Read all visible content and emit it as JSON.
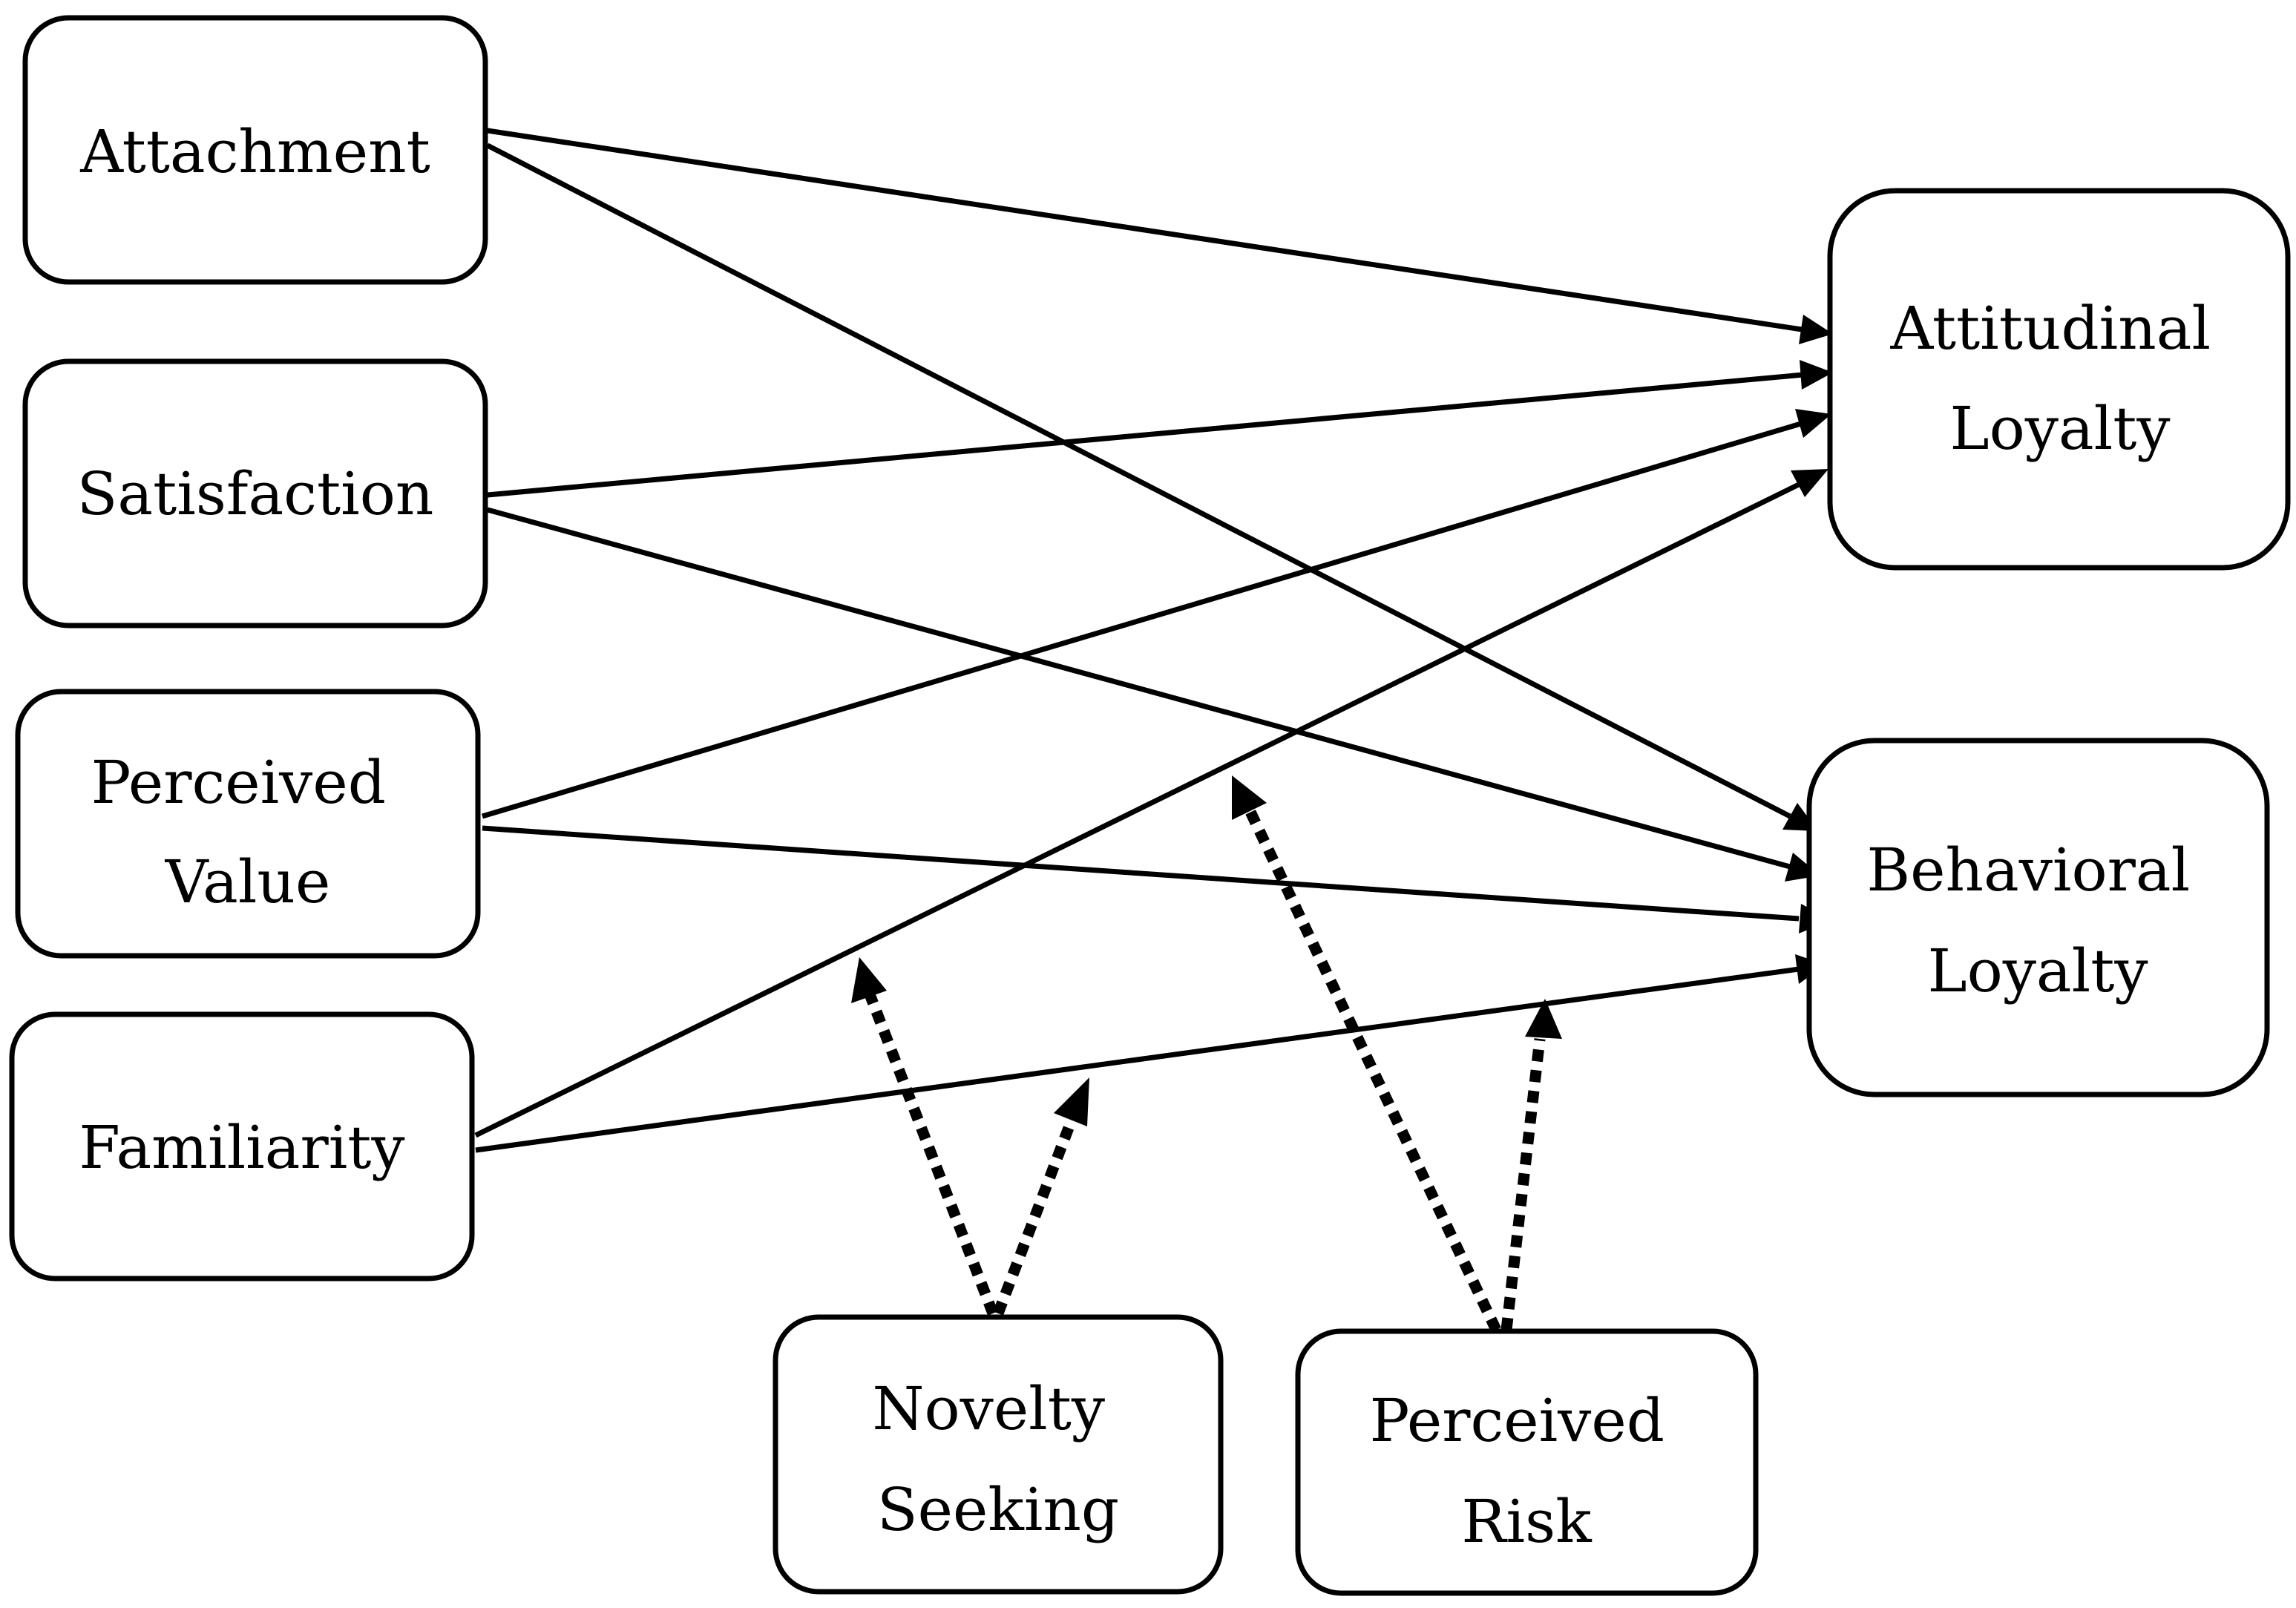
{
  "diagram": {
    "nodes": {
      "attachment": {
        "lines": [
          "Attachment"
        ]
      },
      "satisfaction": {
        "lines": [
          "Satisfaction"
        ]
      },
      "perceived_value": {
        "lines": [
          "Perceived",
          "Value"
        ]
      },
      "familiarity": {
        "lines": [
          "Familiarity"
        ]
      },
      "attitudinal_loyalty": {
        "lines": [
          "Attitudinal",
          "Loyalty"
        ]
      },
      "behavioral_loyalty": {
        "lines": [
          "Behavioral",
          "Loyalty"
        ]
      },
      "novelty_seeking": {
        "lines": [
          "Novelty",
          "Seeking"
        ]
      },
      "perceived_risk": {
        "lines": [
          "Perceived",
          "Risk"
        ]
      }
    },
    "paths": [
      {
        "from": "attachment",
        "to": "attitudinal_loyalty",
        "style": "solid"
      },
      {
        "from": "attachment",
        "to": "behavioral_loyalty",
        "style": "solid"
      },
      {
        "from": "satisfaction",
        "to": "attitudinal_loyalty",
        "style": "solid"
      },
      {
        "from": "satisfaction",
        "to": "behavioral_loyalty",
        "style": "solid"
      },
      {
        "from": "perceived_value",
        "to": "attitudinal_loyalty",
        "style": "solid"
      },
      {
        "from": "perceived_value",
        "to": "behavioral_loyalty",
        "style": "solid"
      },
      {
        "from": "familiarity",
        "to": "attitudinal_loyalty",
        "style": "solid"
      },
      {
        "from": "familiarity",
        "to": "behavioral_loyalty",
        "style": "solid"
      }
    ],
    "moderators": [
      {
        "from": "novelty_seeking",
        "targets": [
          "familiarity -> attitudinal_loyalty",
          "familiarity -> behavioral_loyalty"
        ],
        "style": "dotted"
      },
      {
        "from": "perceived_risk",
        "targets": [
          "familiarity -> attitudinal_loyalty",
          "familiarity -> behavioral_loyalty"
        ],
        "style": "dotted"
      }
    ],
    "colors": {
      "stroke": "#000000",
      "background": "#ffffff"
    }
  }
}
